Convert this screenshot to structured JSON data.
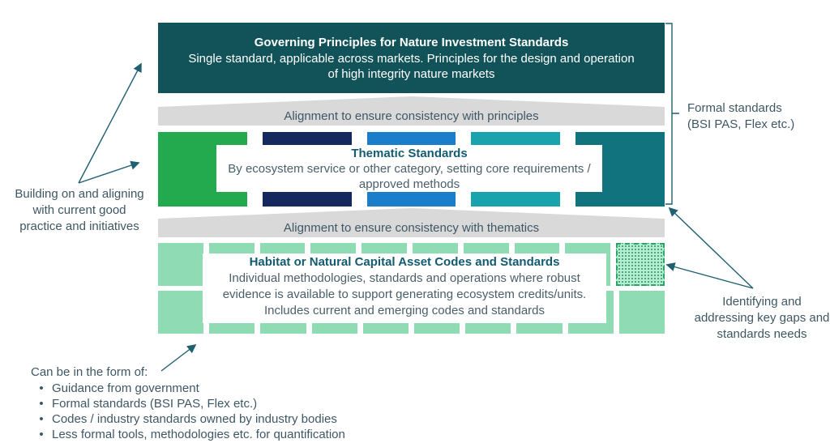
{
  "colors": {
    "top_box": "#12535a",
    "band_gray": "#d9d9d9",
    "thematic_green": "#23a94e",
    "thematic_navy": "#16295f",
    "thematic_blue": "#1b7ecb",
    "thematic_teal": "#18a3ad",
    "thematic_darkteal": "#11737e",
    "habitat_green": "#8fdcb4",
    "gap_border_green": "#29a469",
    "heading_teal": "#135b70",
    "body_text": "#4a5f6a",
    "annotation_text": "#3e5764",
    "arrow": "#1f5f70"
  },
  "top_box": {
    "title": "Governing Principles for Nature Investment Standards",
    "subtitle": "Single standard, applicable across markets. Principles for the design and operation of high integrity nature markets"
  },
  "bands": {
    "principles": "Alignment to ensure consistency with principles",
    "thematics": "Alignment to ensure consistency with thematics"
  },
  "thematic": {
    "title": "Thematic Standards",
    "body": "By ecosystem service or other category, setting core requirements / approved methods"
  },
  "habitat": {
    "title": "Habitat or Natural Capital Asset Codes and Standards",
    "body": "Individual methodologies, standards and operations where robust evidence is available to support generating ecosystem credits/units. Includes current and emerging codes and standards"
  },
  "annotations": {
    "building": "Building on and aligning with current good practice and initiatives",
    "formal_line1": "Formal standards",
    "formal_line2": "(BSI PAS, Flex etc.)",
    "gaps": "Identifying and addressing key gaps and standards needs",
    "form_of_title": "Can be in the form of:",
    "form_of_items": [
      "Guidance from government",
      "Formal standards (BSI PAS, Flex etc.)",
      "Codes / industry standards owned by industry bodies",
      "Less formal tools, methodologies etc. for quantification"
    ],
    "bullet_glyph": "•"
  }
}
